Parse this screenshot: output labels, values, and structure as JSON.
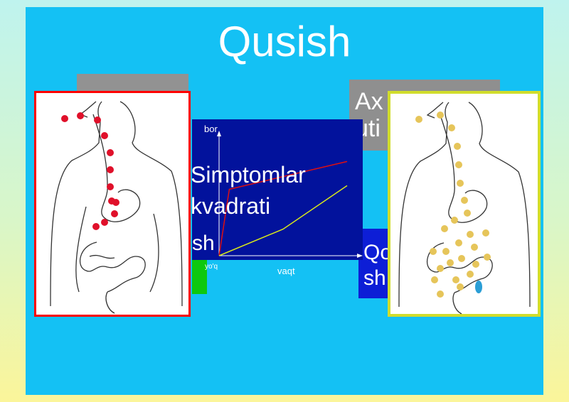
{
  "slide": {
    "title": "Qusish",
    "gray_box_text": "Ax\nuti",
    "blue_box_text": "Qo\nsh",
    "green_box_text": "sh",
    "colors": {
      "background": "#14c1f4",
      "left_frame": "#ff0000",
      "right_frame": "#d1dd2c",
      "chart_bg": "#02129c"
    }
  },
  "chart_data": {
    "type": "line",
    "title": "Simptomlar\nkvadrati",
    "xlabel": "vaqt",
    "ylabel": "bor",
    "origin_label": "yo'q",
    "series": [
      {
        "color": "#e01010",
        "values": [
          [
            0,
            0
          ],
          [
            0.08,
            0.55
          ],
          [
            1,
            0.78
          ]
        ]
      },
      {
        "color": "#d7e81a",
        "values": [
          [
            0,
            0
          ],
          [
            0.5,
            0.22
          ],
          [
            1,
            0.58
          ]
        ]
      }
    ]
  },
  "illustrations": {
    "left_icon": "digestive-tract-red-dots",
    "right_icon": "digestive-tract-yellow-dots"
  }
}
